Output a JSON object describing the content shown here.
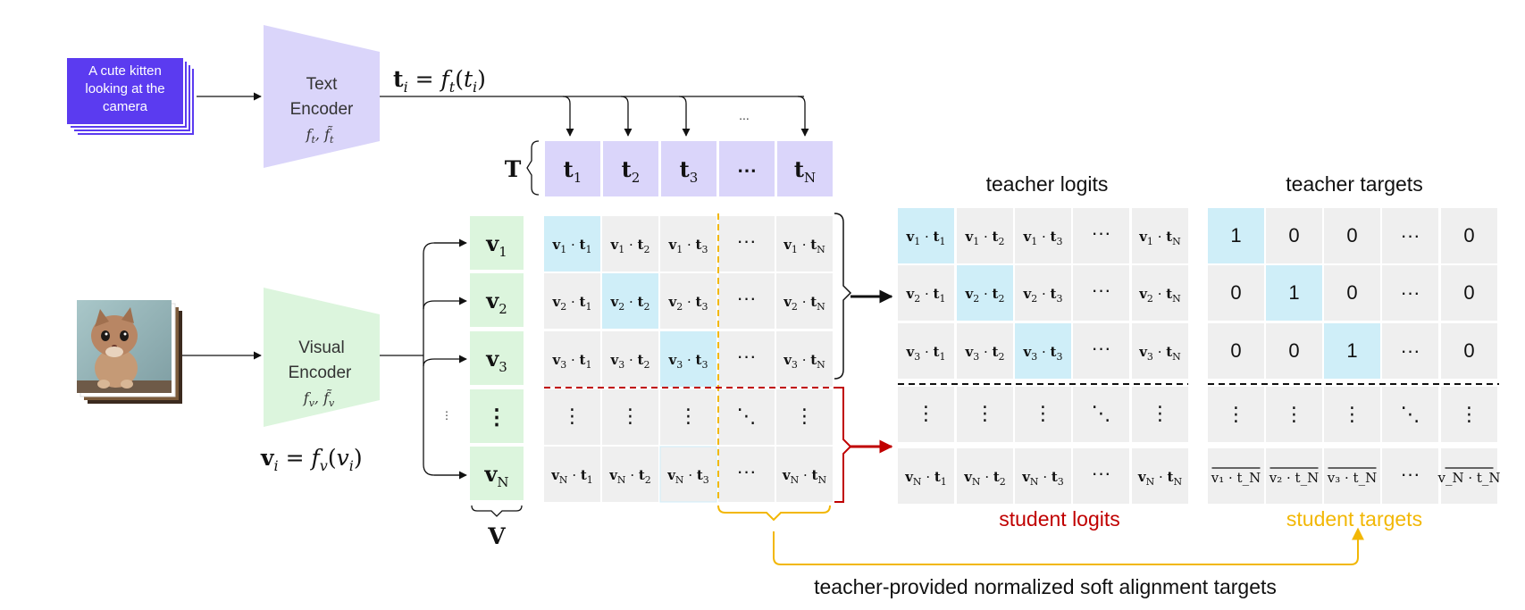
{
  "text_card": {
    "lines": [
      "A cute kitten",
      "looking at the",
      "camera"
    ]
  },
  "text_encoder": {
    "line1": "Text",
    "line2": "Encoder",
    "funcs": "f_t, f̃_t"
  },
  "visual_encoder": {
    "line1": "Visual",
    "line2": "Encoder",
    "funcs": "f_v, f̃_v"
  },
  "text_formula": "t_i = f_t(t_i)",
  "visual_formula": "v_i = f_v(v_i)",
  "T_label": "T",
  "V_label": "V",
  "t_headers": [
    "t",
    "t",
    "t",
    "⋯",
    "t"
  ],
  "t_subs": [
    "1",
    "2",
    "3",
    "",
    "N"
  ],
  "v_labels": [
    "v",
    "v",
    "v",
    "⋮",
    "v"
  ],
  "v_subs": [
    "1",
    "2",
    "3",
    "",
    "N"
  ],
  "dots_above": "...",
  "dots_left": "⋮",
  "teacher_logits_title": "teacher logits",
  "teacher_targets_title": "teacher targets",
  "student_logits_label": "student logits",
  "student_targets_label": "student targets",
  "bottom_caption": "teacher-provided normalized soft alignment targets",
  "row_idx": [
    "1",
    "2",
    "3",
    "",
    "N"
  ],
  "col_idx": [
    "1",
    "2",
    "3",
    "",
    "N"
  ],
  "teacher_target_values": [
    [
      "1",
      "0",
      "0",
      "···",
      "0"
    ],
    [
      "0",
      "1",
      "0",
      "···",
      "0"
    ],
    [
      "0",
      "0",
      "1",
      "···",
      "0"
    ]
  ],
  "student_target_cells": [
    "v₁ · t_N",
    "v₂ · t_N",
    "v₃ · t_N",
    "···",
    "v_N · t_N"
  ],
  "colors": {
    "purple": "#dad5fa",
    "green": "#dcf5dd",
    "cyan": "#cfeef8",
    "gray": "#efefef",
    "card": "#5b3bf0",
    "red": "#c00000",
    "orange": "#f2b705"
  }
}
